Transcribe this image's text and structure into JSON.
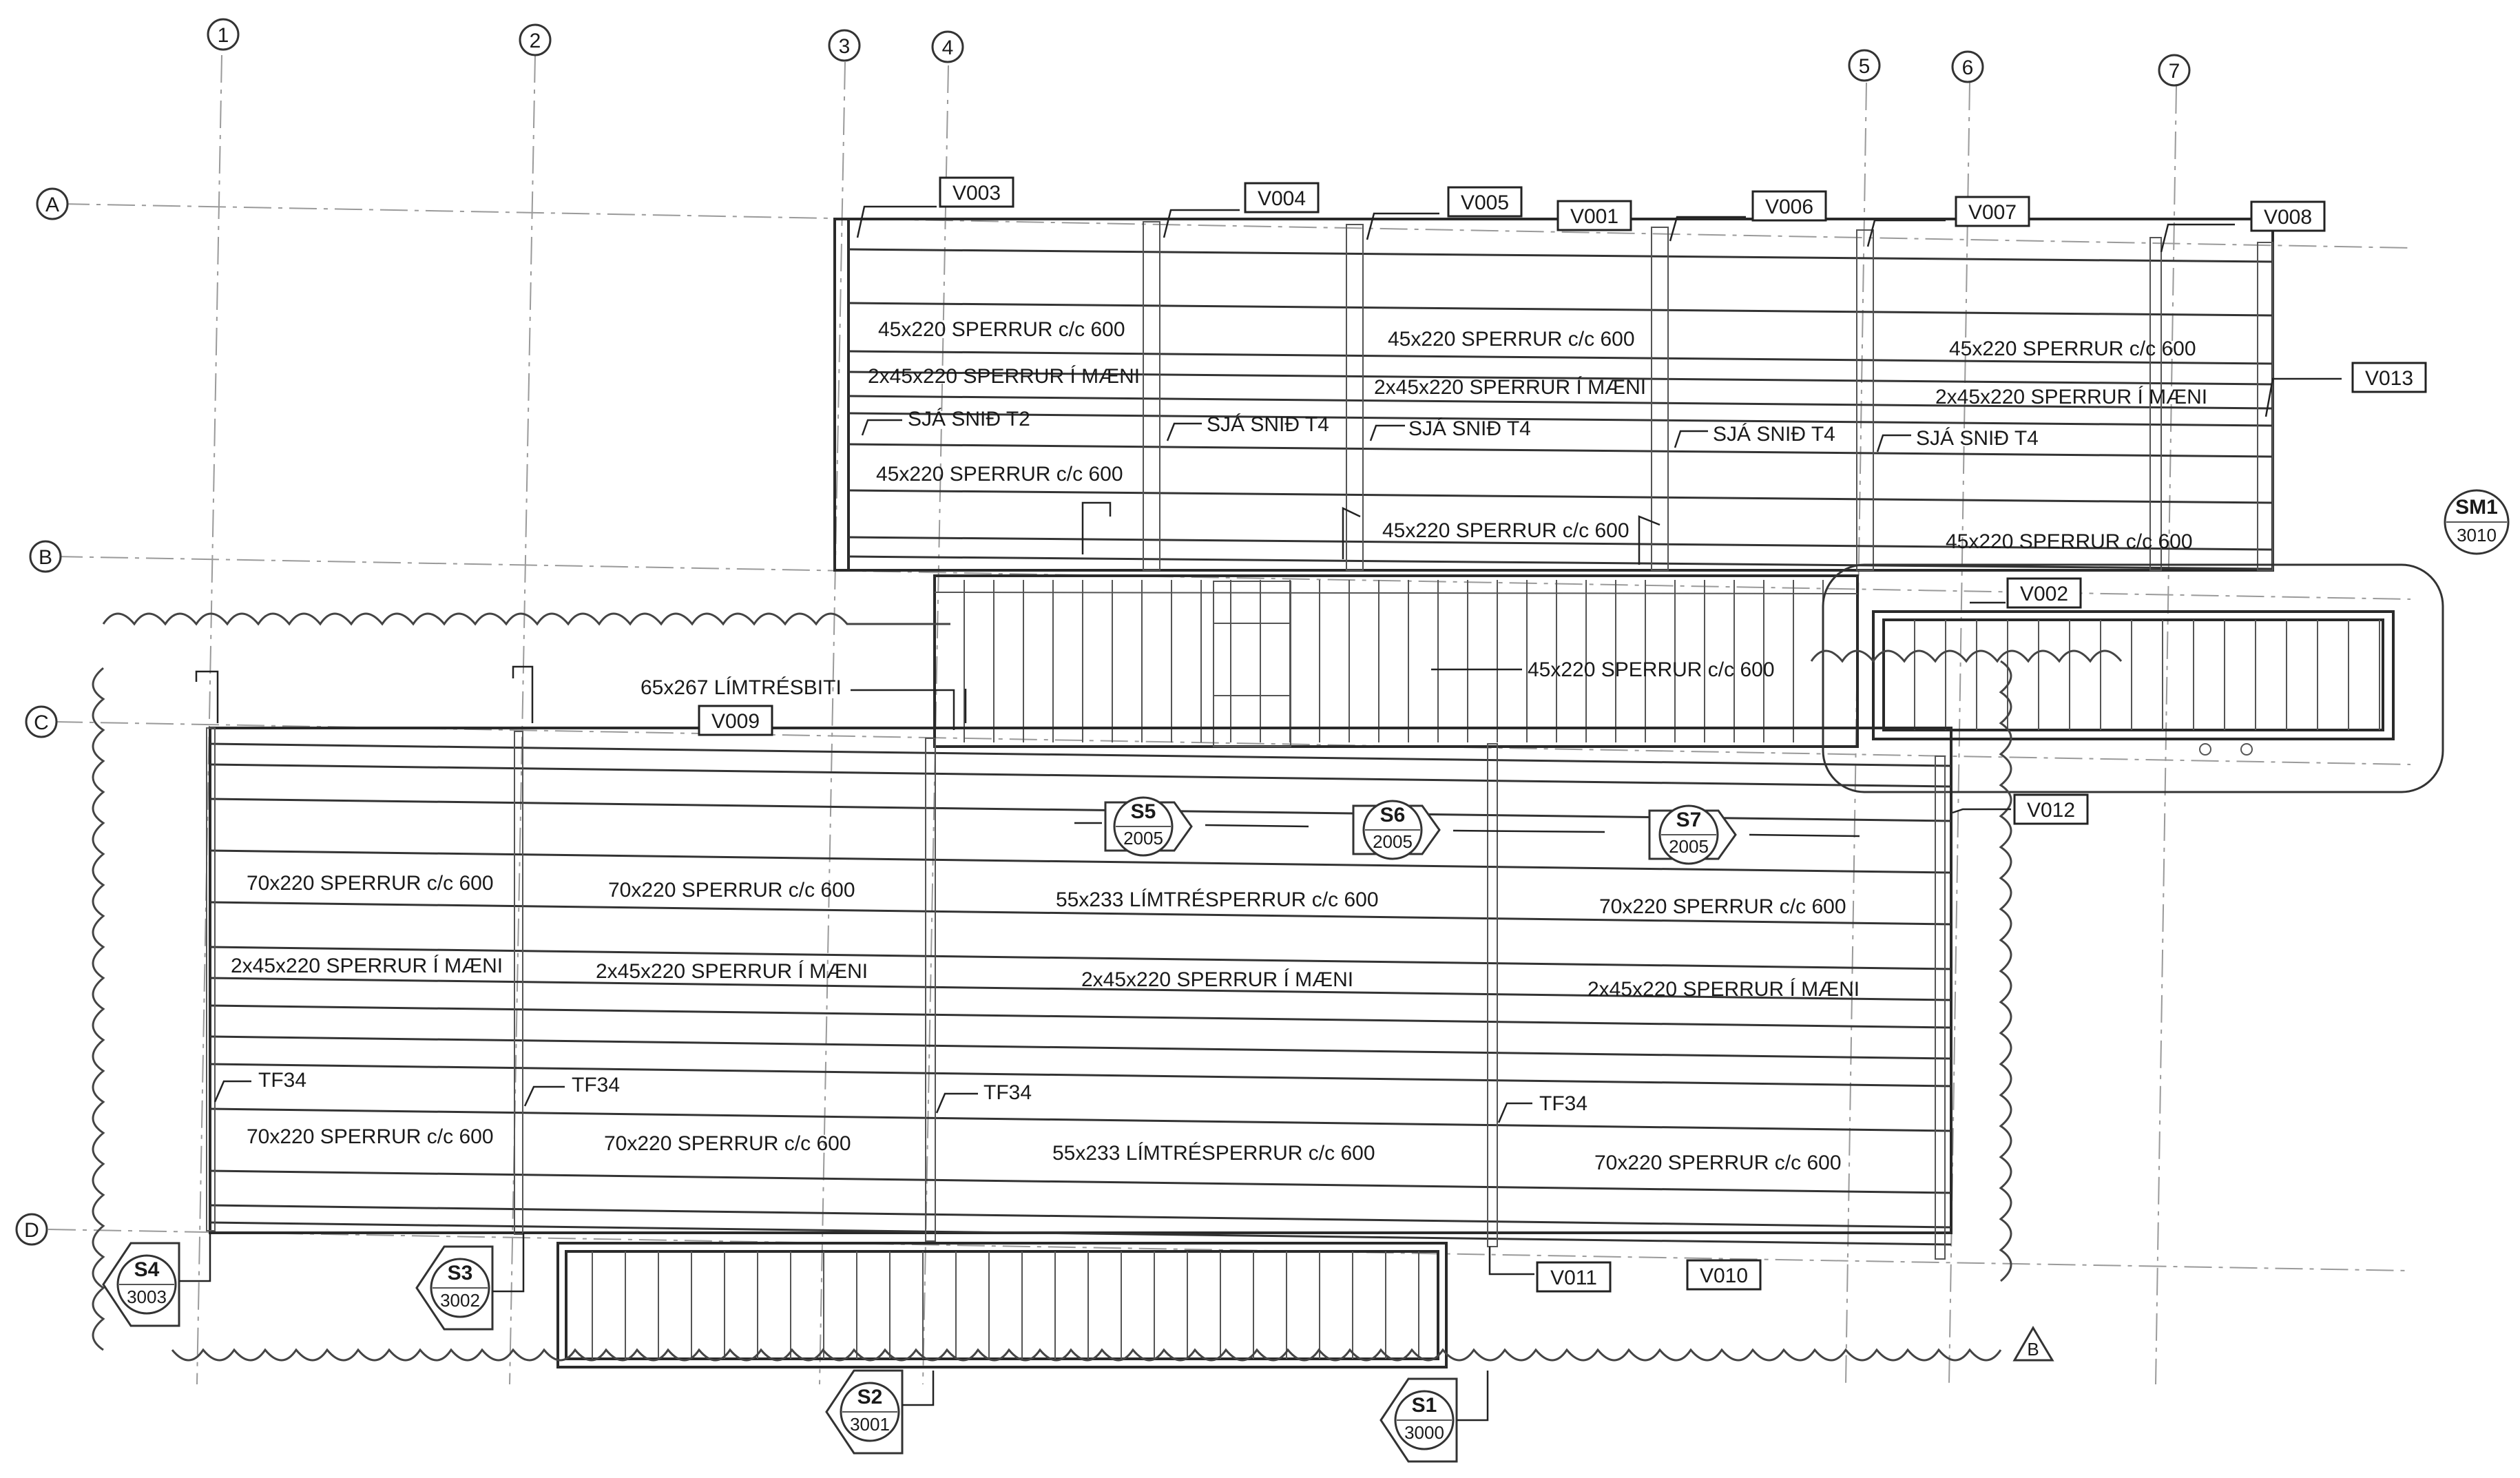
{
  "grid_columns": [
    "1",
    "2",
    "3",
    "4",
    "5",
    "6",
    "7"
  ],
  "grid_rows": [
    "A",
    "B",
    "C",
    "D"
  ],
  "beam_tags": [
    "V003",
    "V004",
    "V005",
    "V001",
    "V006",
    "V007",
    "V008",
    "V013",
    "V002",
    "V009",
    "V012",
    "V011",
    "V010"
  ],
  "upper_labels": {
    "bay1_top": "45x220 SPERRUR c/c 600",
    "bay1_ridge": "2x45x220 SPERRUR Í MÆNI",
    "bay1_ref": "SJÁ SNIÐ T2",
    "bay1_bottom": "45x220 SPERRUR c/c 600",
    "bay2_ref": "SJÁ SNIÐ T4",
    "bay3_top": "45x220 SPERRUR c/c 600",
    "bay3_ridge": "2x45x220 SPERRUR Í MÆNI",
    "bay3_ref": "SJÁ SNIÐ T4",
    "bay3_bottom": "45x220 SPERRUR c/c 600",
    "bay4_ref": "SJÁ SNIÐ T4",
    "bay5_top": "45x220 SPERRUR c/c 600",
    "bay5_ridge": "2x45x220 SPERRUR Í MÆNI",
    "bay5_ref": "SJÁ SNIÐ T4",
    "bay5_bottom": "45x220 SPERRUR c/c 600"
  },
  "middle_labels": {
    "glulam_beam": "65x267 LÍMTRÉSBITI",
    "strip_rafters": "45x220 SPERRUR c/c 600"
  },
  "lower_labels": {
    "bay1_top": "70x220 SPERRUR c/c 600",
    "bay1_ridge": "2x45x220 SPERRUR Í MÆNI",
    "bay1_tf": "TF34",
    "bay1_bottom": "70x220 SPERRUR c/c 600",
    "bay2_top": "70x220 SPERRUR c/c 600",
    "bay2_ridge": "2x45x220 SPERRUR Í MÆNI",
    "bay2_tf": "TF34",
    "bay2_bottom": "70x220 SPERRUR c/c 600",
    "bay3_top": "55x233 LÍMTRÉSPERRUR c/c 600",
    "bay3_ridge": "2x45x220 SPERRUR Í MÆNI",
    "bay3_tf": "TF34",
    "bay3_bottom": "55x233 LÍMTRÉSPERRUR c/c 600",
    "bay4_top": "70x220 SPERRUR c/c 600",
    "bay4_ridge": "2x45x220 SPERRUR Í MÆNI",
    "bay4_tf": "TF34",
    "bay4_bottom": "70x220 SPERRUR c/c 600"
  },
  "section_markers": [
    {
      "id": "S5",
      "sheet": "2005"
    },
    {
      "id": "S6",
      "sheet": "2005"
    },
    {
      "id": "S7",
      "sheet": "2005"
    },
    {
      "id": "S4",
      "sheet": "3003"
    },
    {
      "id": "S3",
      "sheet": "3002"
    },
    {
      "id": "S2",
      "sheet": "3001"
    },
    {
      "id": "S1",
      "sheet": "3000"
    },
    {
      "id": "SM1",
      "sheet": "3010"
    }
  ],
  "revision_mark": "B"
}
